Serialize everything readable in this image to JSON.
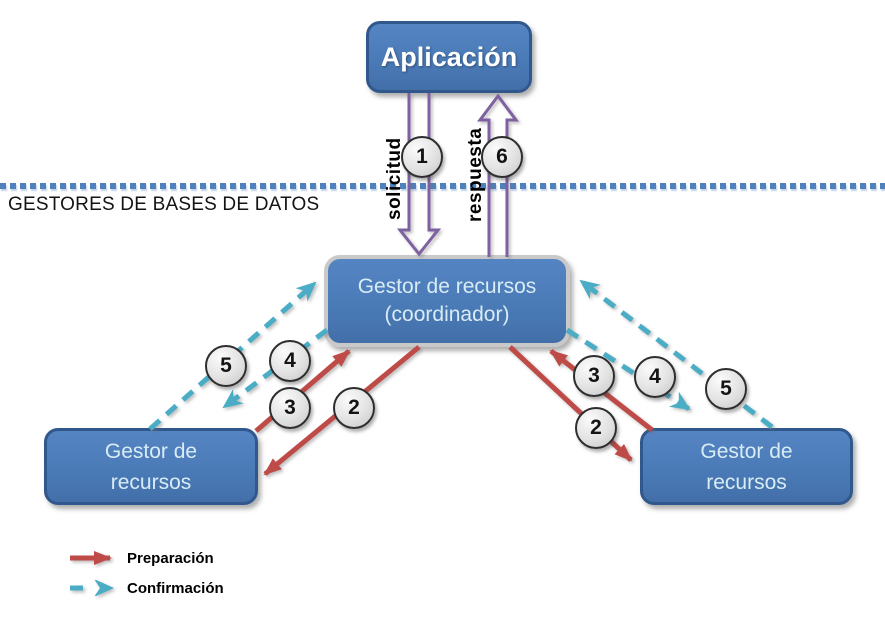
{
  "nodes": {
    "application": {
      "label": "Aplicación"
    },
    "coordinator": {
      "line1": "Gestor de recursos",
      "line2": "(coordinador)"
    },
    "left_rm": {
      "line1": "Gestor de",
      "line2": "recursos"
    },
    "right_rm": {
      "line1": "Gestor de",
      "line2": "recursos"
    }
  },
  "separator_label": "GESTORES DE BASES DE DATOS",
  "flow_labels": {
    "request": "solicitud",
    "response": "respuesta"
  },
  "badges": {
    "b1": "1",
    "b6": "6",
    "l5": "5",
    "l4": "4",
    "l3": "3",
    "l2": "2",
    "r3": "3",
    "r4": "4",
    "r5": "5",
    "r2": "2"
  },
  "legend": {
    "preparation": "Preparación",
    "confirmation": "Confirmación"
  },
  "colors": {
    "node_fill": "#4A7EBB",
    "node_border": "#365F91",
    "coordinator_border": "#C8C8C8",
    "preparation_arrow": "#BE4B48",
    "confirmation_arrow": "#4BACC6",
    "request_response_arrow": "#8064A2",
    "separator_dots": "#4F81BD"
  }
}
